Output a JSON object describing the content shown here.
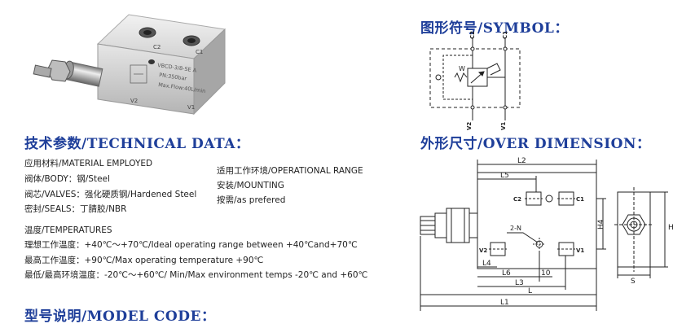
{
  "headings": {
    "symbol": "图形符号/SYMBOL：",
    "technical": "技术参数/TECHNICAL DATA：",
    "dimension": "外形尺寸/OVER DIMENSION：",
    "model": "型号说明/MODEL CODE："
  },
  "technical": {
    "material": "应用材料/MATERIAL EMPLOYED",
    "body": "阀体/BODY：钢/Steel",
    "valves": "阀芯/VALVES：强化硬质钢/Hardened Steel",
    "seals": "密封/SEALS：丁腈胶/NBR",
    "op_range": "适用工作环境/OPERATIONAL RANGE",
    "mounting": "安装/MOUNTING",
    "as_preferred": "按需/as prefered",
    "temperatures": "温度/TEMPERATURES",
    "ideal": "理想工作温度：+40℃～+70℃/Ideal operating range between +40℃and+70℃",
    "max": "最高工作温度：+90℃/Max operating temperature +90℃",
    "env": "最低/最高环境温度：-20℃～+60℃/ Min/Max environment temps -20℃ and +60℃"
  },
  "photo": {
    "ports_top": [
      "C2",
      "C1"
    ],
    "ports_bottom": [
      "V2",
      "V1"
    ],
    "engraving": [
      "VBCD-3/8-SE A",
      "PN:350bar",
      "Max.Flow:40L/min"
    ]
  },
  "symbol": {
    "ports": [
      "C2",
      "C1",
      "V2",
      "V1"
    ],
    "spring_label": "W"
  },
  "dimension": {
    "labels": [
      "L2",
      "L5",
      "C2",
      "C1",
      "2-N",
      "V2",
      "V1",
      "L4",
      "L6",
      "10",
      "L3",
      "L",
      "L1",
      "H",
      "H4",
      "S"
    ]
  },
  "colors": {
    "heading": "#1f3f9a",
    "steel_light": "#e4e4e4",
    "steel_dark": "#8f8f8f"
  }
}
